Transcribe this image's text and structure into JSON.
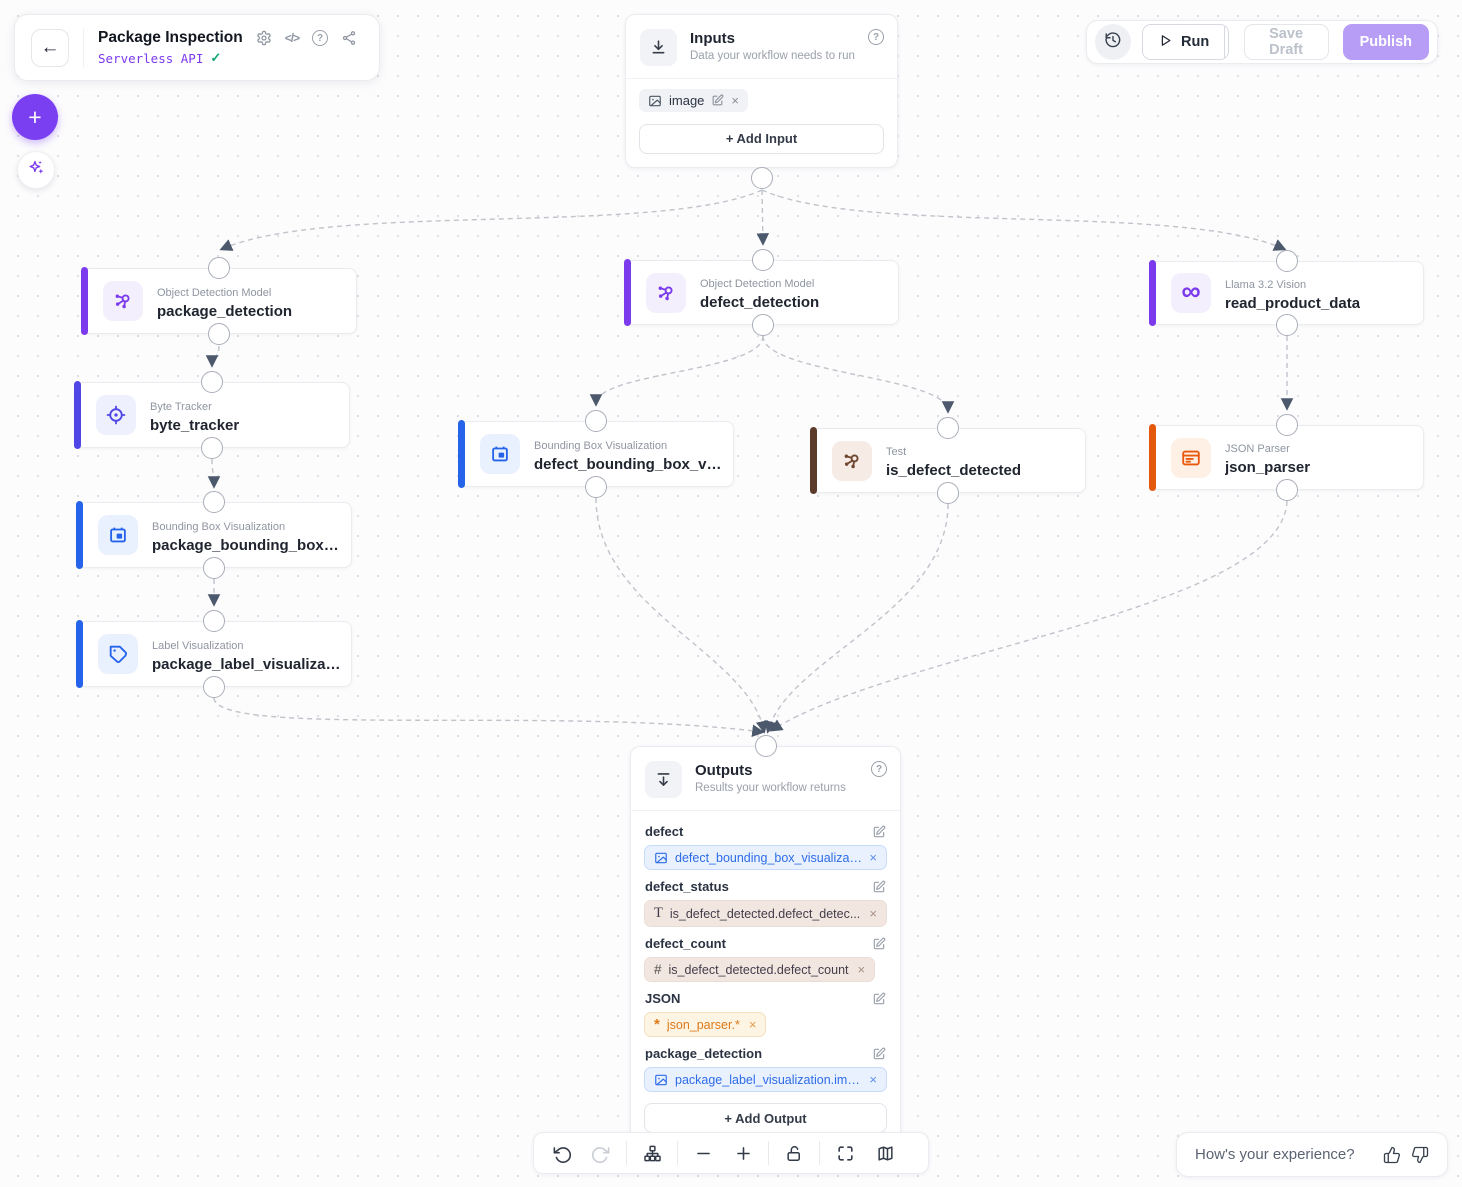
{
  "header": {
    "title": "Package Inspection",
    "subtitle": "Serverless API"
  },
  "run_bar": {
    "run": "Run",
    "save_draft": "Save Draft",
    "publish": "Publish"
  },
  "inputs_node": {
    "title": "Inputs",
    "subtitle": "Data your workflow needs to run",
    "chip_label": "image",
    "add_button": "+ Add Input"
  },
  "nodes": {
    "package_detection": {
      "type": "Object Detection Model",
      "name": "package_detection"
    },
    "byte_tracker": {
      "type": "Byte Tracker",
      "name": "byte_tracker"
    },
    "package_bounding_box": {
      "type": "Bounding Box Visualization",
      "name": "package_bounding_box_..."
    },
    "package_label_visualization": {
      "type": "Label Visualization",
      "name": "package_label_visualizati..."
    },
    "defect_detection": {
      "type": "Object Detection Model",
      "name": "defect_detection"
    },
    "defect_bounding_box": {
      "type": "Bounding Box Visualization",
      "name": "defect_bounding_box_vis..."
    },
    "is_defect_detected": {
      "type": "Test",
      "name": "is_defect_detected"
    },
    "read_product_data": {
      "type": "Llama 3.2 Vision",
      "name": "read_product_data"
    },
    "json_parser": {
      "type": "JSON Parser",
      "name": "json_parser"
    }
  },
  "outputs_node": {
    "title": "Outputs",
    "subtitle": "Results your workflow returns",
    "add_button": "+ Add Output",
    "fields": [
      {
        "label": "defect",
        "chip": "defect_bounding_box_visualizati..."
      },
      {
        "label": "defect_status",
        "glyph": "T",
        "chip": "is_defect_detected.defect_detec..."
      },
      {
        "label": "defect_count",
        "glyph": "#",
        "chip": "is_defect_detected.defect_count"
      },
      {
        "label": "JSON",
        "glyph": "*",
        "chip": "json_parser.*"
      },
      {
        "label": "package_detection",
        "chip": "package_label_visualization.image"
      }
    ]
  },
  "feedback": {
    "question": "How's your experience?"
  },
  "colors": {
    "accent_purple": "#7c3aed",
    "accent_indigo": "#4f46e5",
    "accent_blue": "#2563eb",
    "accent_brown": "#5c3b2b",
    "accent_orange": "#e4580b",
    "publish_button": "#b79df6",
    "check_green": "#13a876"
  }
}
